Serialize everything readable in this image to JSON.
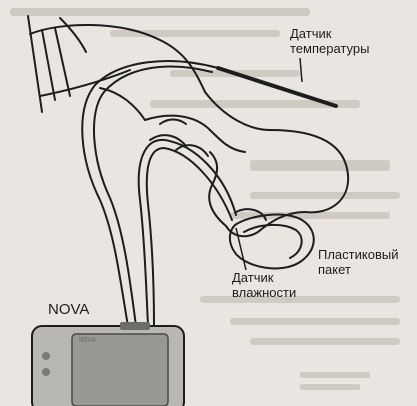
{
  "labels": {
    "temperature_sensor": "Датчик\nтемпературы",
    "plastic_bag": "Пластиковый\nпакет",
    "humidity_sensor": "Датчик\nвлажности",
    "device": "NOVA"
  },
  "device_screen_text": "NOVA",
  "colors": {
    "paper": "#e9e6e1",
    "ink": "#1d1d1d",
    "faded_text": "#cfcac2",
    "device_body": "#b9b7b3"
  }
}
